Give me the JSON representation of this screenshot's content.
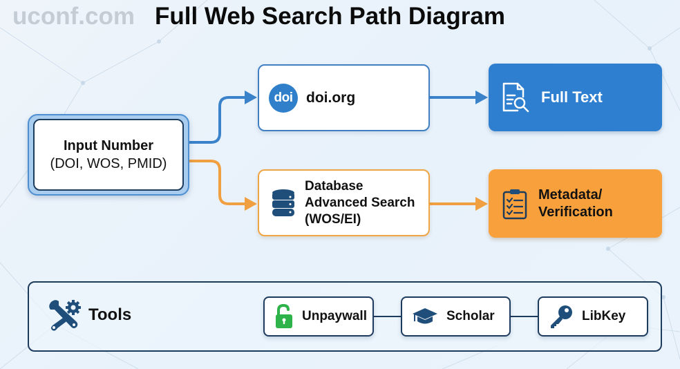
{
  "header": {
    "watermark": "uconf.com",
    "title": "Full Web Search Path Diagram"
  },
  "nodes": {
    "input": {
      "title": "Input Number",
      "subtitle": "(DOI, WOS, PMID)"
    },
    "doi": {
      "logo_text": "doi",
      "label": "doi.org",
      "icon": "doi-logo-icon"
    },
    "database": {
      "lines": [
        "Database",
        "Advanced Search",
        "(WOS/EI)"
      ],
      "icon": "database-icon"
    },
    "fulltext": {
      "label": "Full Text",
      "icon": "document-search-icon"
    },
    "metadata": {
      "lines": [
        "Metadata/",
        "Verification"
      ],
      "icon": "clipboard-checklist-icon"
    }
  },
  "tools": {
    "label": "Tools",
    "icon": "wrench-gear-icon",
    "items": [
      {
        "label": "Unpaywall",
        "icon": "unlock-icon"
      },
      {
        "label": "Scholar",
        "icon": "graduation-cap-icon"
      },
      {
        "label": "LibKey",
        "icon": "key-icon"
      }
    ]
  },
  "colors": {
    "blue_path": "#3a82c9",
    "orange_path": "#f0a040",
    "fulltext_fill": "#2e7fcf",
    "metadata_fill": "#f7a03c",
    "dark_outline": "#1d3b5c",
    "unlock_green": "#2db34a",
    "icon_navy": "#1f4e7a"
  }
}
